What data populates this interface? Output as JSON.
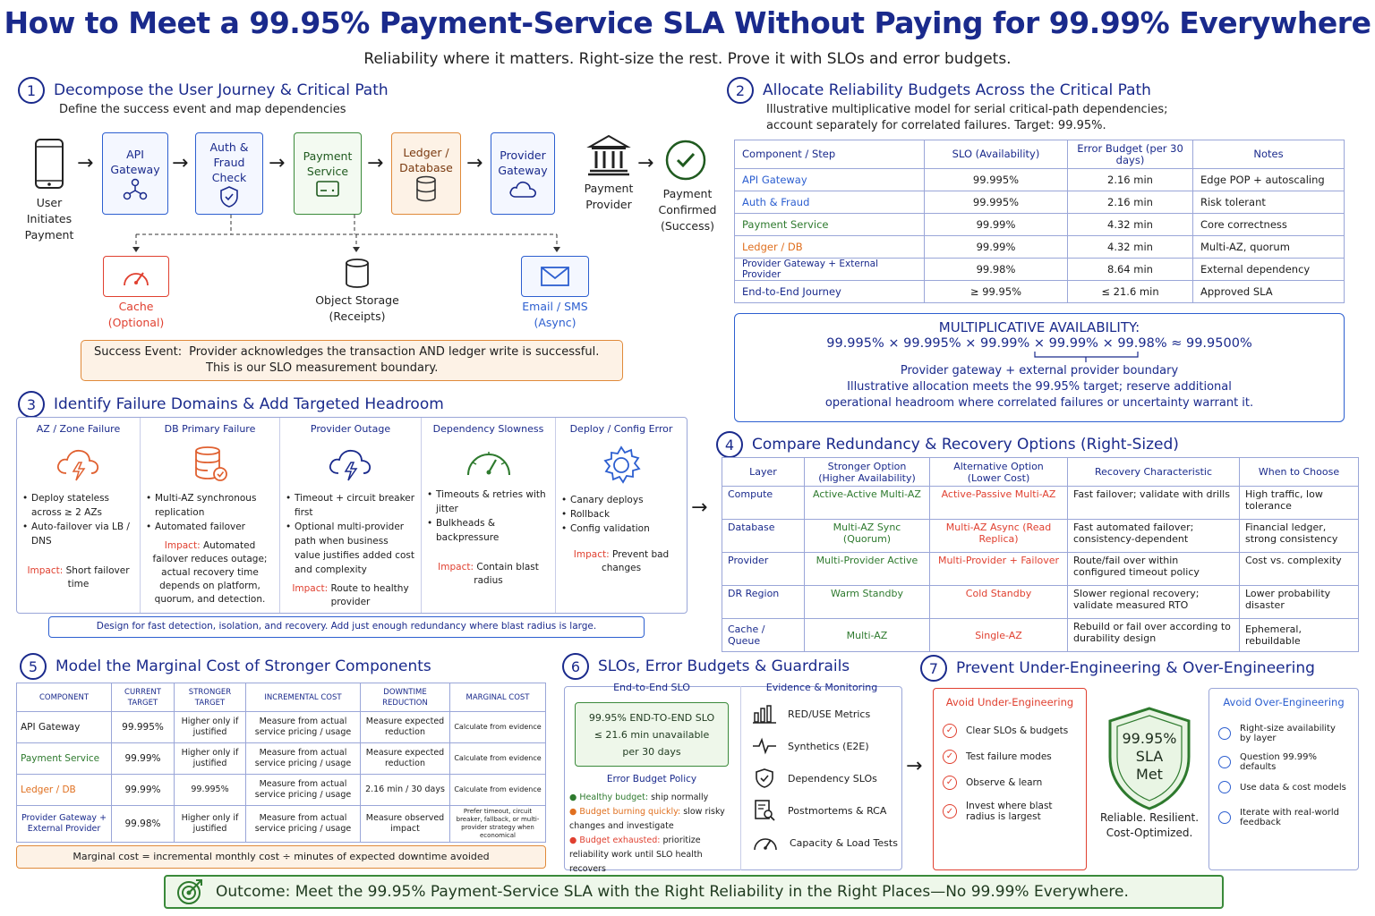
{
  "title": "How to Meet a 99.95% Payment-Service SLA Without Paying for 99.99% Everywhere",
  "subtitle": "Reliability where it matters. Right-size the rest.  Prove it with SLOs and error budgets.",
  "s1": {
    "num": "1",
    "title": "Decompose the User Journey & Critical Path",
    "desc": "Define the success event and map dependencies",
    "user": "User Initiates Payment",
    "steps": [
      "API Gateway",
      "Auth & Fraud Check",
      "Payment Service",
      "Ledger / Database",
      "Provider Gateway"
    ],
    "provider": "Payment Provider",
    "confirmed": "Payment Confirmed (Success)",
    "cache": "Cache (Optional)",
    "storage": "Object Storage (Receipts)",
    "email": "Email / SMS (Async)",
    "success_label": "Success Event:",
    "success_text1": "Provider acknowledges the transaction AND ledger write is successful.",
    "success_text2": "This is our SLO measurement boundary."
  },
  "s2": {
    "num": "2",
    "title": "Allocate Reliability Budgets Across the Critical Path",
    "desc1": "Illustrative multiplicative model for serial critical-path dependencies;",
    "desc2": "account separately for correlated failures. Target: 99.95%.",
    "headers": [
      "Component / Step",
      "SLO (Availability)",
      "Error Budget (per 30 days)",
      "Notes"
    ],
    "rows": [
      {
        "c": "API Gateway",
        "slo": "99.995%",
        "eb": "2.16 min",
        "n": "Edge POP + autoscaling"
      },
      {
        "c": "Auth & Fraud",
        "slo": "99.995%",
        "eb": "2.16 min",
        "n": "Risk tolerant"
      },
      {
        "c": "Payment Service",
        "slo": "99.99%",
        "eb": "4.32 min",
        "n": "Core correctness"
      },
      {
        "c": "Ledger / DB",
        "slo": "99.99%",
        "eb": "4.32 min",
        "n": "Multi-AZ, quorum"
      },
      {
        "c": "Provider Gateway + External Provider",
        "slo": "99.98%",
        "eb": "8.64 min",
        "n": "External dependency"
      },
      {
        "c": "End-to-End Journey",
        "slo": "≥ 99.95%",
        "eb": "≤ 21.6 min",
        "n": "Approved SLA"
      }
    ],
    "multi_title": "MULTIPLICATIVE AVAILABILITY:",
    "multi_formula": "99.995% × 99.995% × 99.99% × 99.99% × 99.98% ≈ 99.9500%",
    "multi_note1": "Provider gateway + external provider boundary",
    "multi_note2": "Illustrative allocation meets the 99.95% target; reserve additional",
    "multi_note3": "operational headroom where correlated failures or uncertainty warrant it."
  },
  "s3": {
    "num": "3",
    "title": "Identify Failure Domains & Add Targeted Headroom",
    "domains": [
      {
        "title": "AZ / Zone Failure",
        "items": [
          "Deploy stateless across ≥ 2 AZs",
          "Auto-failover via LB / DNS"
        ],
        "impact_label": "Impact:",
        "impact": "Short failover time"
      },
      {
        "title": "DB Primary Failure",
        "items": [
          "Multi-AZ synchronous replication",
          "Automated failover"
        ],
        "impact_label": "Impact:",
        "impact": "Automated failover reduces outage; actual recovery time depends on platform, quorum, and detection."
      },
      {
        "title": "Provider Outage",
        "items": [
          "Timeout + circuit breaker first",
          "Optional multi-provider path when business value justifies added cost and complexity"
        ],
        "impact_label": "Impact:",
        "impact": "Route to healthy provider"
      },
      {
        "title": "Dependency Slowness",
        "items": [
          "Timeouts & retries with jitter",
          "Bulkheads & backpressure"
        ],
        "impact_label": "Impact:",
        "impact": "Contain blast radius"
      },
      {
        "title": "Deploy / Config Error",
        "items": [
          "Canary deploys",
          "Rollback",
          "Config validation"
        ],
        "impact_label": "Impact:",
        "impact": "Prevent bad changes"
      }
    ],
    "footer": "Design for fast detection, isolation, and recovery. Add just enough redundancy where blast radius is large."
  },
  "s4": {
    "num": "4",
    "title": "Compare Redundancy & Recovery Options (Right-Sized)",
    "headers": [
      "Layer",
      "Stronger Option (Higher Availability)",
      "Alternative Option (Lower Cost)",
      "Recovery Characteristic",
      "When to Choose"
    ],
    "rows": [
      {
        "l": "Compute",
        "s": "Active-Active Multi-AZ",
        "a": "Active-Passive Multi-AZ",
        "r": "Fast failover; validate with drills",
        "w": "High traffic, low tolerance"
      },
      {
        "l": "Database",
        "s": "Multi-AZ Sync (Quorum)",
        "a": "Multi-AZ Async (Read Replica)",
        "r": "Fast automated failover; consistency-dependent",
        "w": "Financial ledger, strong consistency"
      },
      {
        "l": "Provider",
        "s": "Multi-Provider Active",
        "a": "Multi-Provider + Failover",
        "r": "Route/fail over within configured timeout policy",
        "w": "Cost vs. complexity"
      },
      {
        "l": "DR Region",
        "s": "Warm Standby",
        "a": "Cold Standby",
        "r": "Slower regional recovery; validate measured RTO",
        "w": "Lower probability disaster"
      },
      {
        "l": "Cache / Queue",
        "s": "Multi-AZ",
        "a": "Single-AZ",
        "r": "Rebuild or fail over according to durability design",
        "w": "Ephemeral, rebuildable"
      }
    ]
  },
  "s5": {
    "num": "5",
    "title": "Model the Marginal Cost of Stronger Components",
    "headers": [
      "COMPONENT",
      "CURRENT TARGET",
      "STRONGER TARGET",
      "INCREMENTAL COST",
      "DOWNTIME REDUCTION",
      "MARGINAL COST"
    ],
    "rows": [
      {
        "c": "API Gateway",
        "cur": "99.995%",
        "str": "Higher only if justified",
        "inc": "Measure from actual service pricing / usage",
        "dr": "Measure expected reduction",
        "mc": "Calculate from evidence"
      },
      {
        "c": "Payment Service",
        "cur": "99.99%",
        "str": "Higher only if justified",
        "inc": "Measure from actual service pricing / usage",
        "dr": "Measure expected reduction",
        "mc": "Calculate from evidence"
      },
      {
        "c": "Ledger / DB",
        "cur": "99.99%",
        "str": "99.995%",
        "inc": "Measure from actual service pricing / usage",
        "dr": "2.16 min / 30 days",
        "mc": "Calculate from evidence"
      },
      {
        "c": "Provider Gateway + External Provider",
        "cur": "99.98%",
        "str": "Higher only if justified",
        "inc": "Measure from actual service pricing / usage",
        "dr": "Measure observed impact",
        "mc": "Prefer timeout, circuit breaker, fallback, or multi-provider strategy when economical"
      }
    ],
    "footer": "Marginal cost = incremental monthly cost ÷ minutes of expected downtime avoided"
  },
  "s6": {
    "num": "6",
    "title": "SLOs, Error Budgets & Guardrails",
    "e2e_label": "End-to-End SLO",
    "e2e_box1": "99.95% END-TO-END SLO",
    "e2e_box2": "≤ 21.6 min unavailable",
    "e2e_box3": "per 30 days",
    "policy_title": "Error Budget Policy",
    "policy": [
      {
        "label": "Healthy budget:",
        "text": "ship normally"
      },
      {
        "label": "Budget burning quickly:",
        "text": "slow risky changes and investigate"
      },
      {
        "label": "Budget exhausted:",
        "text": "prioritize reliability work until SLO health recovers"
      }
    ],
    "evidence_label": "Evidence & Monitoring",
    "evidence": [
      "RED/USE Metrics",
      "Synthetics (E2E)",
      "Dependency SLOs",
      "Postmortems & RCA",
      "Capacity & Load Tests"
    ]
  },
  "s7": {
    "num": "7",
    "title": "Prevent Under-Engineering & Over-Engineering",
    "under_title": "Avoid Under-Engineering",
    "under": [
      "Clear SLOs & budgets",
      "Test failure modes",
      "Observe & learn",
      "Invest where blast radius is largest"
    ],
    "shield1": "99.95%",
    "shield2": "SLA",
    "shield3": "Met",
    "tagline1": "Reliable. Resilient.",
    "tagline2": "Cost-Optimized.",
    "over_title": "Avoid Over-Engineering",
    "over": [
      "Right-size availability by layer",
      "Question 99.99% defaults",
      "Use data & cost models",
      "Iterate with real-world feedback"
    ]
  },
  "outcome": "Outcome: Meet the 99.95% Payment-Service SLA with the Right Reliability in the Right Places—No 99.99% Everywhere."
}
